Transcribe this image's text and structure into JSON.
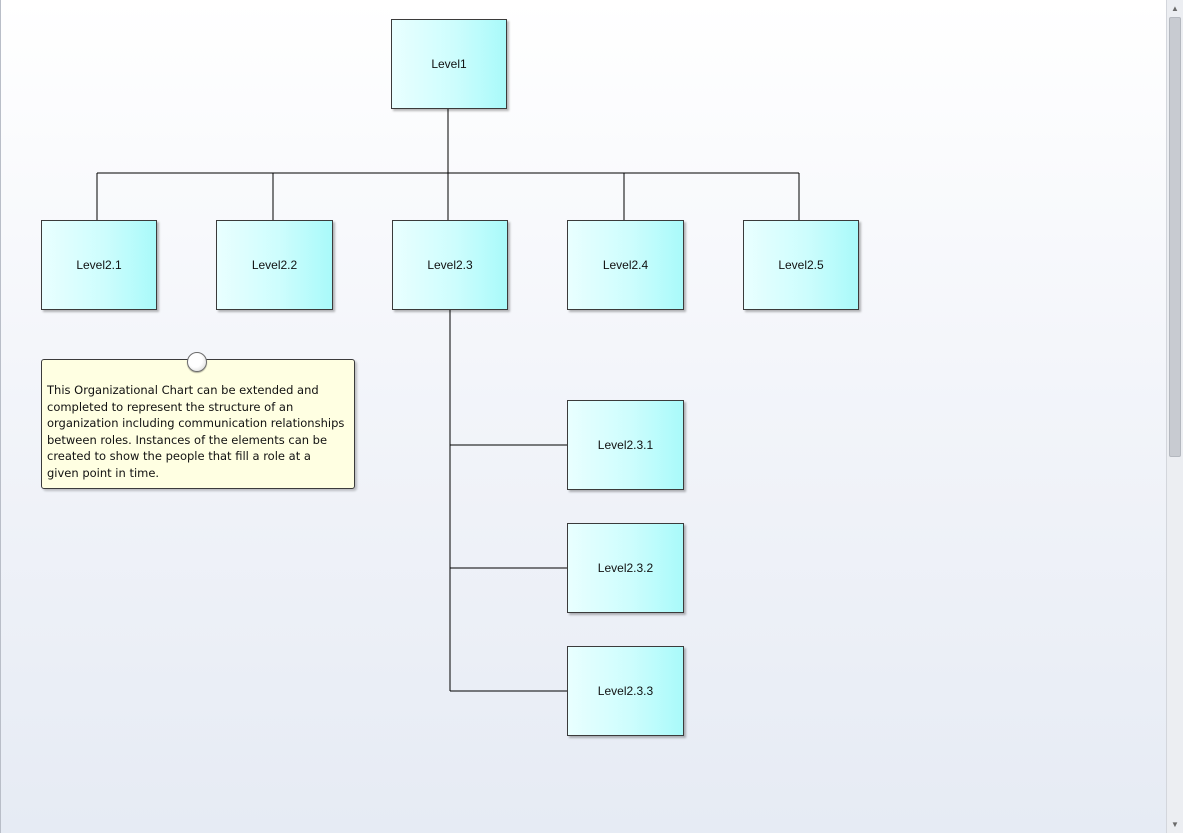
{
  "diagram": {
    "nodes": {
      "level1": "Level1",
      "level2_1": "Level2.1",
      "level2_2": "Level2.2",
      "level2_3": "Level2.3",
      "level2_4": "Level2.4",
      "level2_5": "Level2.5",
      "level2_3_1": "Level2.3.1",
      "level2_3_2": "Level2.3.2",
      "level2_3_3": "Level2.3.3"
    },
    "note": "This Organizational Chart can be extended and completed to represent the structure of an organization including communication relationships between roles. Instances of the elements can be created to show the people that fill a role at a given point in time."
  },
  "scrollbar": {
    "up_icon": "scroll-up-arrow",
    "down_icon": "scroll-down-arrow",
    "up_glyph": "▲",
    "down_glyph": "▼"
  },
  "colors": {
    "node_fill_light": "#e9ffff",
    "node_fill_dark": "#a9fafa",
    "note_fill": "#ffffe2",
    "line": "#000000"
  }
}
